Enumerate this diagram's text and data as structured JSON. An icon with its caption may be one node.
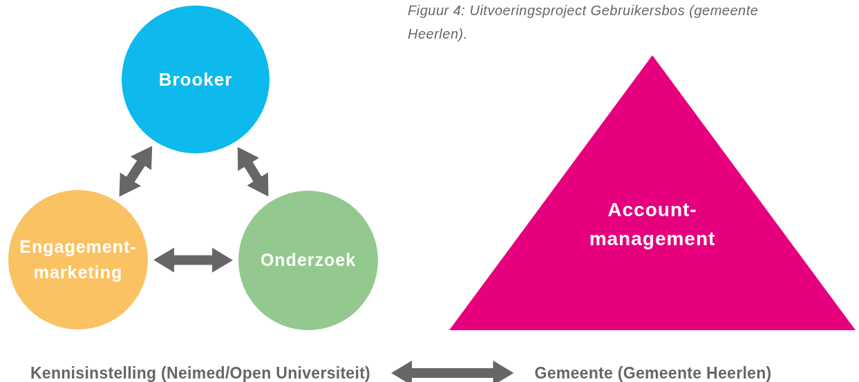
{
  "diagram": {
    "caption": "Figuur 4: Uitvoeringsproject Gebruikersbos (gemeente Heerlen).",
    "nodes": [
      {
        "text": [
          "Brooker"
        ]
      },
      {
        "text": [
          "Engagement-marketing"
        ]
      },
      {
        "text": [
          "Onderzoek"
        ]
      },
      {
        "text": [
          "Account-management"
        ]
      },
      {
        "text": [
          "Kennisinstelling (Neimed/Open Universiteit)"
        ]
      },
      {
        "text": [
          "Gemeente (Gemeente Heerlen)"
        ]
      }
    ],
    "edges": [
      {
        "from": 0,
        "to": 1,
        "arrow": "both"
      },
      {
        "from": 0,
        "to": 2,
        "arrow": "both"
      },
      {
        "from": 1,
        "to": 2,
        "arrow": "both"
      },
      {
        "from": 4,
        "to": 5,
        "arrow": "both"
      }
    ]
  }
}
